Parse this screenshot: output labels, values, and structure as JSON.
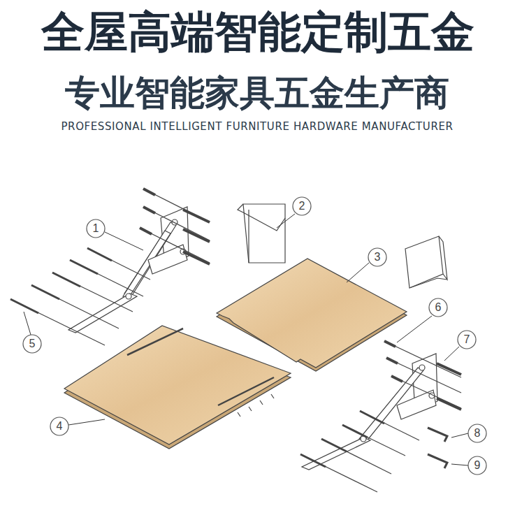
{
  "diagram": {
    "title": "全屋高端智能定制五金",
    "labels": [
      "专业智能家具五金生产商",
      "PROFESSIONAL INTELLIGENT FURNITURE HARDWARE MANUFACTURER",
      "1",
      "2",
      "3",
      "4",
      "5",
      "6",
      "7",
      "8",
      "9"
    ]
  }
}
